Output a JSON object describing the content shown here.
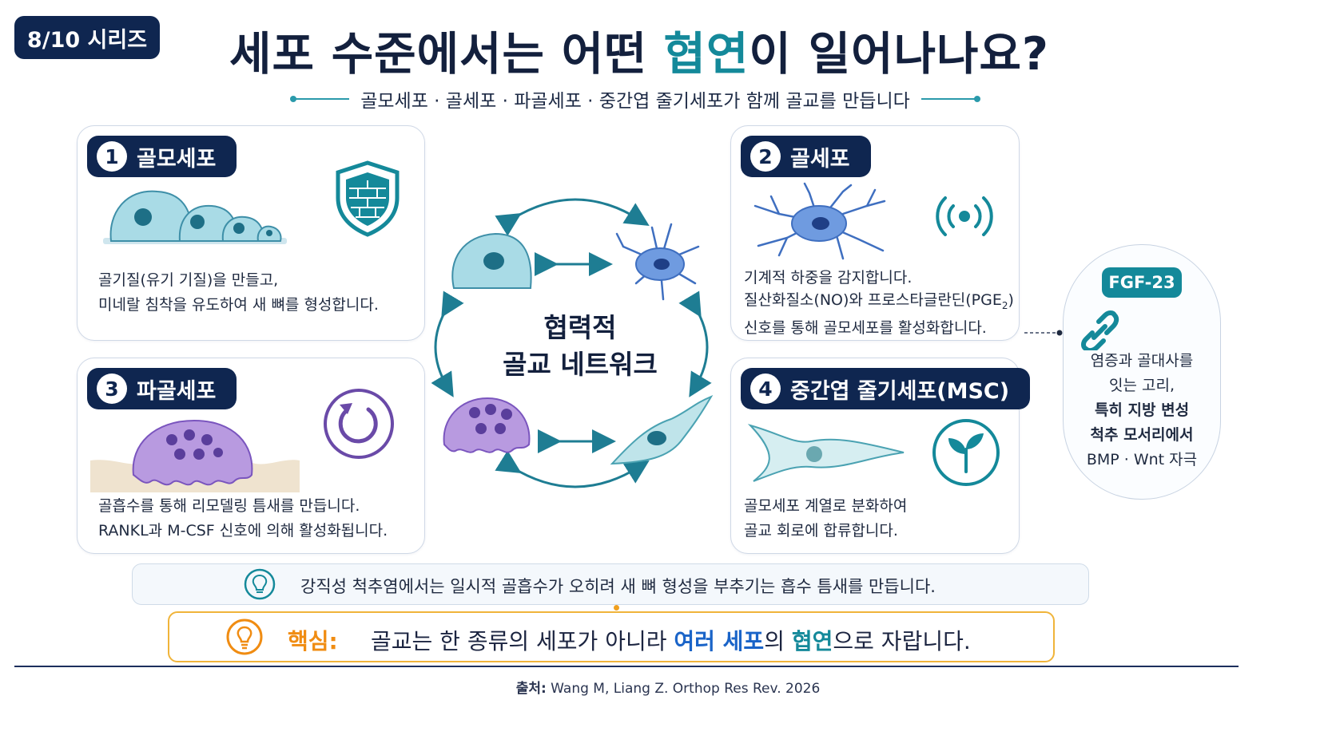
{
  "series_badge": "8/10 시리즈",
  "title": {
    "part1": "세포 수준에서는 어떤 ",
    "highlight": "협연",
    "part2": "이 일어나나요?"
  },
  "subtitle": "골모세포 · 골세포 · 파골세포 · 중간엽 줄기세포가 함께 골교를 만듭니다",
  "cards": [
    {
      "num": "1",
      "name": "골모세포",
      "desc": [
        "골기질(유기 기질)을 만들고,",
        "미네랄 침착을 유도하여 새 뼈를 형성합니다."
      ],
      "icon": "shield-brick-icon"
    },
    {
      "num": "2",
      "name": "골세포",
      "desc": [
        "기계적 하중을 감지합니다.",
        "질산화질소(NO)와 프로스타글란딘(PGE",
        "신호를 통해 골모세포를 활성화합니다."
      ],
      "sub2": "2",
      "desc_close": ")",
      "icon": "signal-icon"
    },
    {
      "num": "3",
      "name": "파골세포",
      "desc": [
        "골흡수를 통해 리모델링 틈새를 만듭니다.",
        "RANKL과 M-CSF 신호에 의해 활성화됩니다."
      ],
      "icon": "cycle-arrow-icon"
    },
    {
      "num": "4",
      "name": "중간엽 줄기세포(MSC)",
      "desc": [
        "골모세포 계열로 분화하여",
        "골교 회로에 합류합니다."
      ],
      "icon": "sprout-icon"
    }
  ],
  "center": {
    "line1": "협력적",
    "line2": "골교 네트워크"
  },
  "side": {
    "badge": "FGF-23",
    "lines": [
      "염증과 골대사를",
      "잇는 고리,",
      "특히 지방 변성",
      "척추 모서리에서",
      "BMP · Wnt 자극"
    ]
  },
  "note": "강직성 척추염에서는 일시적 골흡수가 오히려 새 뼈 형성을 부추기는 흡수 틈새를 만듭니다.",
  "key": {
    "label": "핵심:",
    "t1": "골교는 한 종류의 세포가 아니라 ",
    "hl1": "여러 세포",
    "t2": "의 ",
    "hl2": "협연",
    "t3": "으로 자랍니다."
  },
  "footer": {
    "label": "출처:",
    "text": " Wang M, Liang Z. Orthop Res Rev. 2026"
  },
  "colors": {
    "navy": "#0f2650",
    "teal": "#14899a",
    "orange": "#f08c12",
    "blue": "#1a64c8",
    "purple": "#8a6bc7"
  }
}
